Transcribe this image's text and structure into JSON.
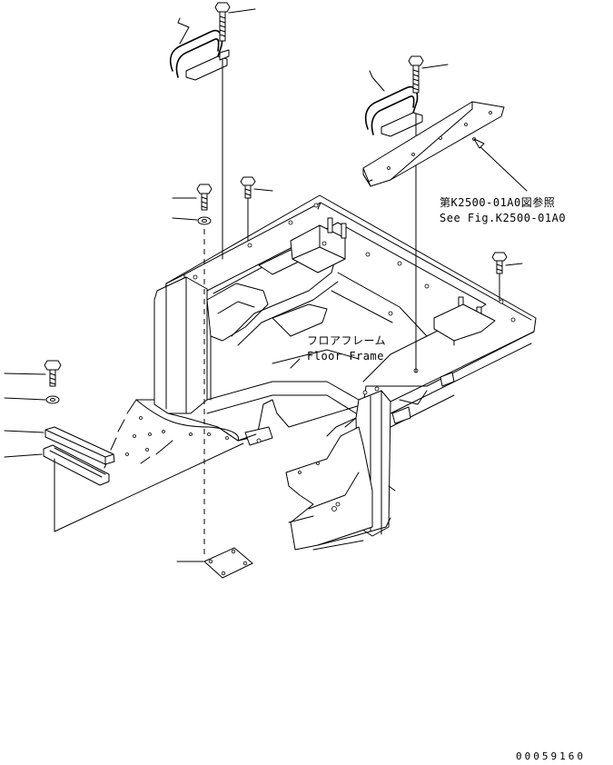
{
  "reference": {
    "japanese": "第K2500-01A0図参照",
    "english": "See Fig.K2500-01A0"
  },
  "floor_frame": {
    "japanese": "フロアフレーム",
    "english": "Floor Frame"
  },
  "drawing_number": "00059160"
}
